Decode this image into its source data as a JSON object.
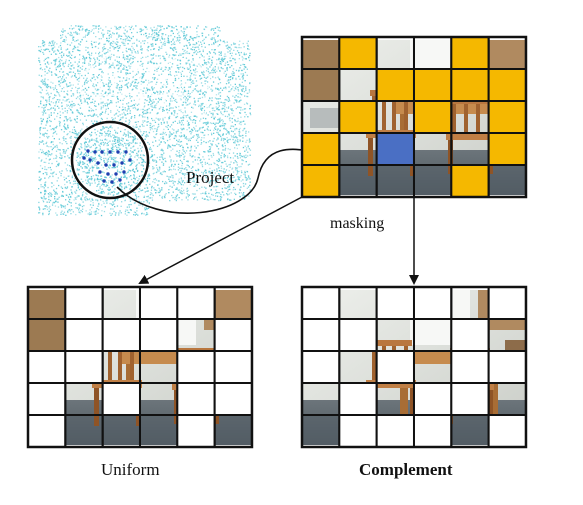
{
  "labels": {
    "project": "Project",
    "masking": "masking",
    "uniform": "Uniform",
    "complement": "Complement"
  },
  "colors": {
    "point_cloud": "#5cc8d6",
    "highlight_points": "#1f3fb0",
    "mask_yellow": "#f5b800",
    "selected_blue": "#4a6fc4",
    "grid_line": "#111111",
    "masked_white": "#ffffff"
  },
  "icons": {
    "point_cloud": "point-cloud-icon",
    "zoom_circle": "zoom-circle-icon"
  },
  "grids": {
    "rows": 5,
    "cols": 6,
    "projected_states": [
      [
        "photo",
        "yellow",
        "photo",
        "photo",
        "yellow",
        "photo"
      ],
      [
        "photo",
        "photo",
        "yellow",
        "yellow",
        "yellow",
        "yellow"
      ],
      [
        "photo",
        "yellow",
        "photo",
        "yellow",
        "photo",
        "yellow"
      ],
      [
        "yellow",
        "photo",
        "blue",
        "photo",
        "photo",
        "yellow"
      ],
      [
        "yellow",
        "photo",
        "photo",
        "photo",
        "yellow",
        "photo"
      ]
    ],
    "uniform_states": [
      [
        "photo",
        "white",
        "photo",
        "white",
        "white",
        "photo"
      ],
      [
        "photo",
        "white",
        "white",
        "white",
        "photo",
        "white"
      ],
      [
        "white",
        "white",
        "photo",
        "photo",
        "white",
        "white"
      ],
      [
        "white",
        "photo",
        "white",
        "photo",
        "white",
        "white"
      ],
      [
        "white",
        "photo",
        "photo",
        "photo",
        "white",
        "photo"
      ]
    ],
    "complement_states": [
      [
        "white",
        "photo",
        "white",
        "white",
        "photo",
        "white"
      ],
      [
        "white",
        "white",
        "photo",
        "photo",
        "white",
        "photo"
      ],
      [
        "white",
        "photo",
        "white",
        "photo",
        "white",
        "white"
      ],
      [
        "photo",
        "white",
        "photo",
        "white",
        "white",
        "photo"
      ],
      [
        "photo",
        "white",
        "white",
        "white",
        "photo",
        "white"
      ]
    ]
  }
}
